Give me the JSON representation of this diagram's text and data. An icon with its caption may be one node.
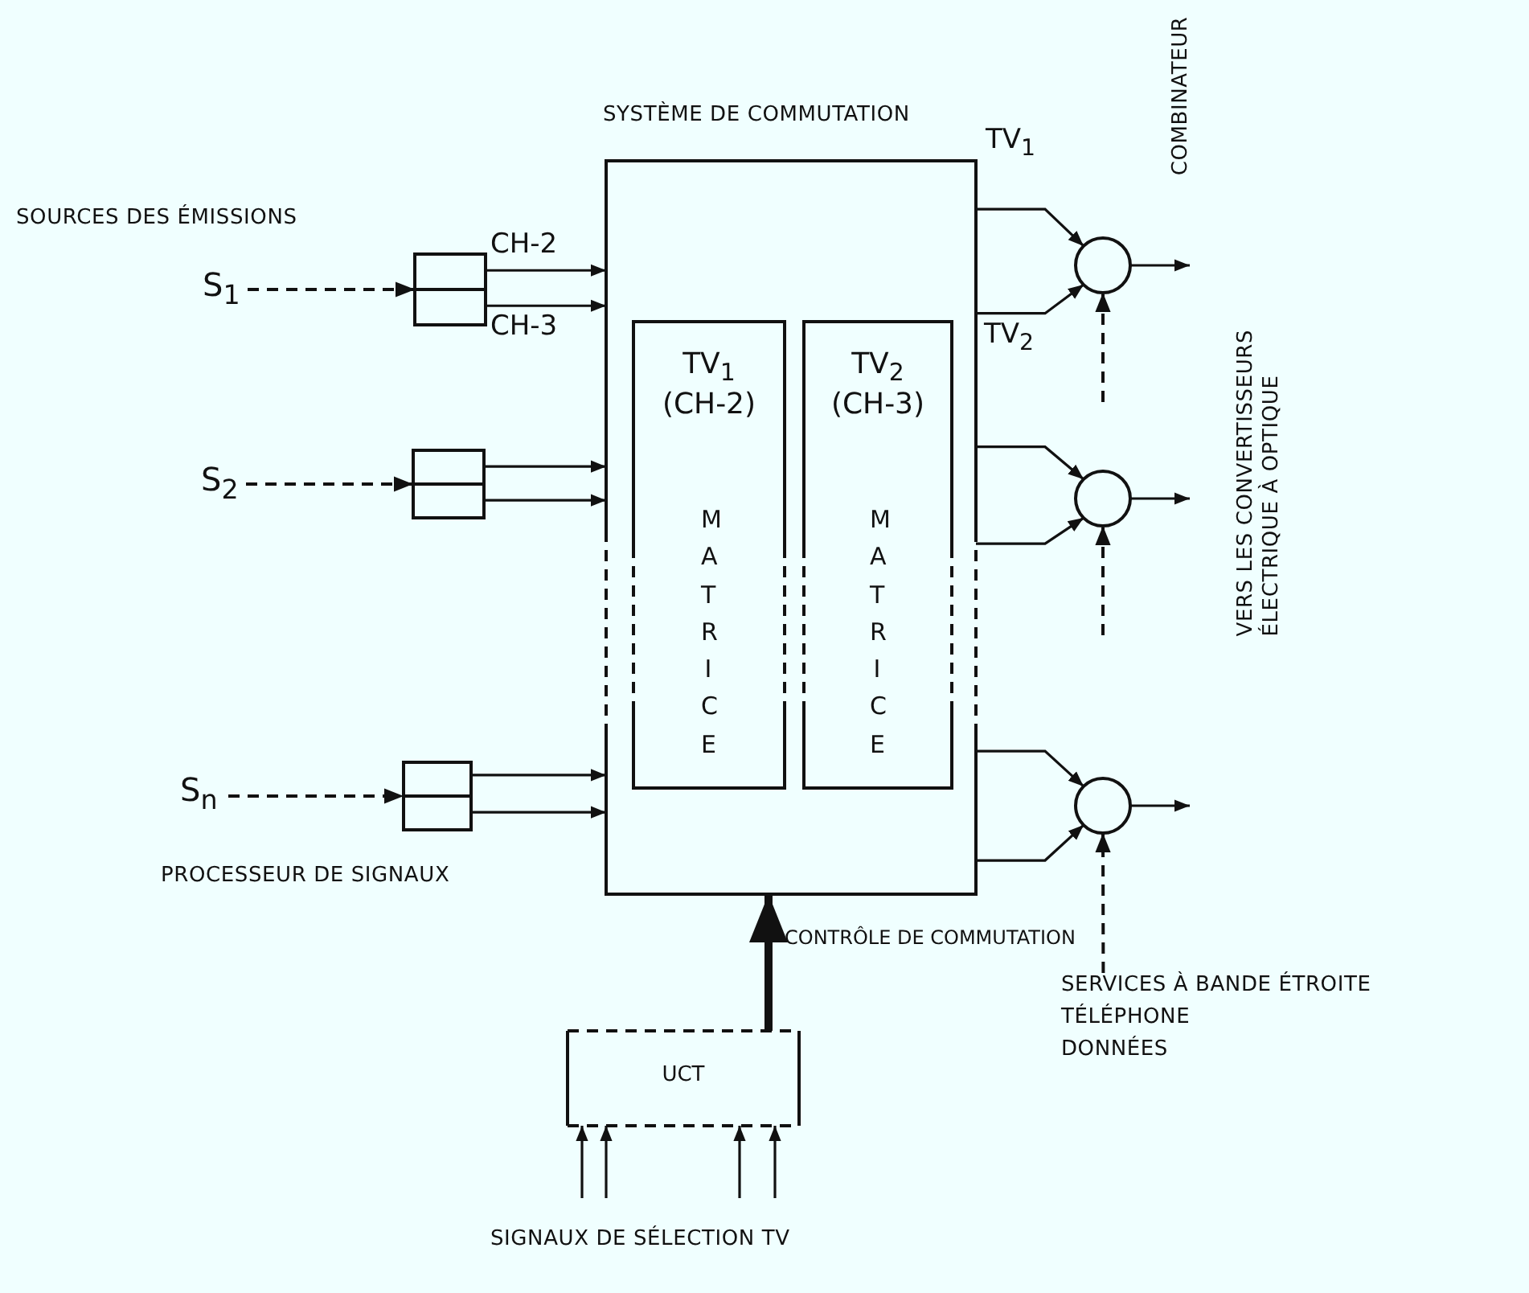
{
  "diagram": {
    "nodes": [
      {
        "text": [
          "SYSTÈME DE COMMUTATION"
        ]
      },
      {
        "text": [
          "TV$_{1}$ (CH-2)",
          "MATRICE"
        ],
        "in": 0
      },
      {
        "text": [
          "TV$_{2}$ (CH-3)",
          "MATRICE"
        ],
        "in": 0
      },
      {
        "text": [
          "S$_{1}$"
        ]
      },
      {
        "text": [],
        "shape": "box"
      },
      {
        "text": [
          "S$_{2}$"
        ]
      },
      {
        "text": [],
        "shape": "box"
      },
      {
        "text": [
          "S$_{n}$"
        ]
      },
      {
        "text": [],
        "shape": "box"
      },
      {
        "text": [],
        "shape": "circle"
      },
      {
        "text": [],
        "shape": "circle"
      },
      {
        "text": [],
        "shape": "circle"
      },
      {
        "text": [
          "UCT"
        ]
      },
      {
        "text": [
          "SERVICES À BANDE ÉTROITE",
          "TÉLÉPHONE",
          "DONNÉES"
        ]
      }
    ],
    "edges": [
      {
        "from": 3,
        "to": 4,
        "arrow": "to",
        "style": "dashed"
      },
      {
        "from": 4,
        "to": 0,
        "arrow": "to",
        "label": "CH-2"
      },
      {
        "from": 4,
        "to": 0,
        "arrow": "to",
        "label": "CH-3"
      },
      {
        "from": 5,
        "to": 6,
        "arrow": "to",
        "style": "dashed"
      },
      {
        "from": 6,
        "to": 0,
        "arrow": "to"
      },
      {
        "from": 6,
        "to": 0,
        "arrow": "to"
      },
      {
        "from": 7,
        "to": 8,
        "arrow": "to",
        "style": "dashed"
      },
      {
        "from": 8,
        "to": 0,
        "arrow": "to"
      },
      {
        "from": 8,
        "to": 0,
        "arrow": "to"
      },
      {
        "from": 0,
        "to": 9,
        "arrow": "to",
        "label": "TV$_{1}$"
      },
      {
        "from": 0,
        "to": 9,
        "arrow": "to",
        "label": "TV$_{2}$"
      },
      {
        "from": null,
        "to": 9,
        "arrow": "to",
        "style": "dashed"
      },
      {
        "from": 9,
        "to": null,
        "arrow": "to"
      },
      {
        "from": 0,
        "to": 10,
        "arrow": "to"
      },
      {
        "from": 0,
        "to": 10,
        "arrow": "to"
      },
      {
        "from": null,
        "to": 10,
        "arrow": "to",
        "style": "dashed"
      },
      {
        "from": 10,
        "to": null,
        "arrow": "to"
      },
      {
        "from": 0,
        "to": 11,
        "arrow": "to"
      },
      {
        "from": 0,
        "to": 11,
        "arrow": "to"
      },
      {
        "from": 13,
        "to": 11,
        "arrow": "to",
        "style": "dashed"
      },
      {
        "from": 11,
        "to": null,
        "arrow": "to"
      },
      {
        "from": 12,
        "to": 0,
        "arrow": "to",
        "style": "thick"
      },
      {
        "from": null,
        "to": 12,
        "arrow": "to"
      },
      {
        "from": null,
        "to": 12,
        "arrow": "to"
      },
      {
        "from": null,
        "to": 12,
        "arrow": "to"
      },
      {
        "from": null,
        "to": 12,
        "arrow": "to"
      }
    ],
    "labels": [
      "COMBINATEUR",
      "SOURCES DES ÉMISSIONS",
      "VERS LES CONVERTISSEURS ÉLECTRIQUE À OPTIQUE",
      "PROCESSEUR DE SIGNAUX",
      "CONTRÔLE DE COMMUTATION",
      "SIGNAUX DE SÉLECTION TV"
    ]
  }
}
